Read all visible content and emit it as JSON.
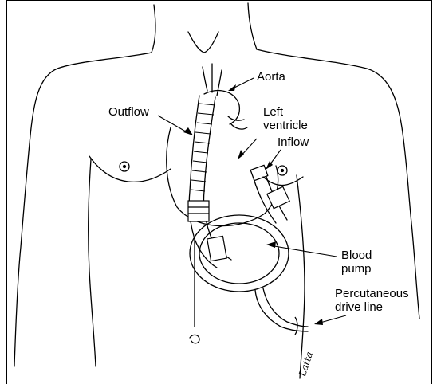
{
  "labels": {
    "aorta": "Aorta",
    "outflow": "Outflow",
    "left_ventricle_line1": "Left",
    "left_ventricle_line2": "ventricle",
    "inflow": "Inflow",
    "blood_pump_line1": "Blood",
    "blood_pump_line2": "pump",
    "drive_line_line1": "Percutaneous",
    "drive_line_line2": "drive line"
  },
  "signature": "Latta",
  "colors": {
    "ink": "#000000",
    "background": "#ffffff"
  }
}
